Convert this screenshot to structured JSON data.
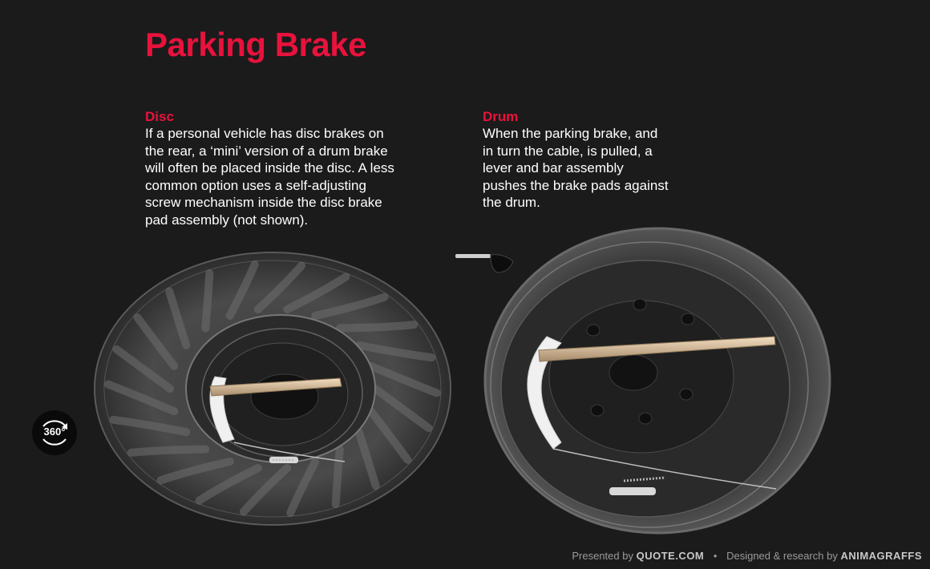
{
  "page": {
    "title": "Parking Brake"
  },
  "disc": {
    "heading": "Disc",
    "body": "If a personal vehicle has disc brakes on\nthe rear, a ‘mini’ version of a drum brake\nwill often be placed inside the disc. A less\ncommon option uses a self-adjusting\nscrew mechanism inside the disc brake\npad assembly (not shown)."
  },
  "drum": {
    "heading": "Drum",
    "body": "When the parking brake, and\nin turn the cable, is pulled, a\nlever and bar assembly\npushes the brake pads against\nthe drum."
  },
  "controls": {
    "rotate_label": "360°",
    "rotate_icon": "rotate-360-icon"
  },
  "footer": {
    "presented_by": "Presented by",
    "sponsor": "QUOTE.COM",
    "separator": "•",
    "designed_by": "Designed & research by",
    "studio": "ANIMAGRAFFS"
  },
  "colors": {
    "accent": "#e8123c",
    "background": "#1b1b1b"
  }
}
